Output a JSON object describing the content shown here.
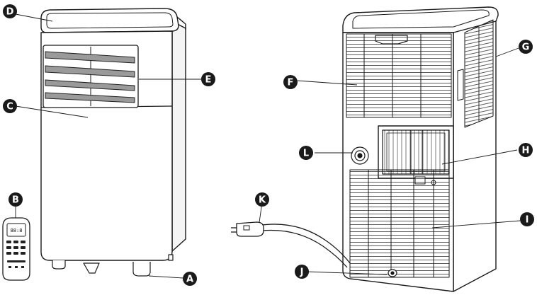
{
  "callouts": {
    "A": "A",
    "B": "B",
    "C": "C",
    "D": "D",
    "E": "E",
    "F": "F",
    "G": "G",
    "H": "H",
    "I": "I",
    "J": "J",
    "K": "K",
    "L": "L"
  },
  "remote": {
    "display": "88:8"
  }
}
